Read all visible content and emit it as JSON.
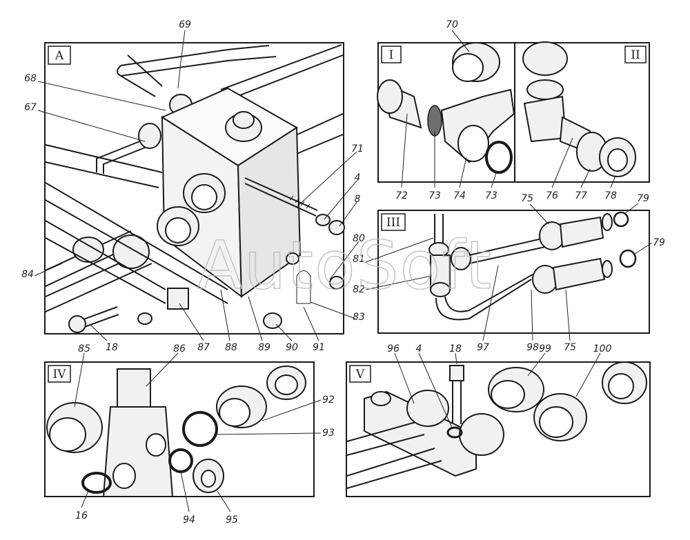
{
  "watermark": "AutoSoft",
  "panels": {
    "A": "A",
    "I": "I",
    "II": "II",
    "III": "III",
    "IV": "IV",
    "V": "V"
  },
  "labels": {
    "n69": "69",
    "n68": "68",
    "n67": "67",
    "n71": "71",
    "n4a": "4",
    "n8": "8",
    "n80": "80",
    "n81": "81",
    "n82": "82",
    "n83": "83",
    "n84": "84",
    "n18a": "18",
    "n87": "87",
    "n88": "88",
    "n89": "89",
    "n90": "90",
    "n91": "91",
    "n70": "70",
    "n72": "72",
    "n73a": "73",
    "n74": "74",
    "n73b": "73",
    "n76": "76",
    "n77": "77",
    "n78": "78",
    "n75a": "75",
    "n79a": "79",
    "n79b": "79",
    "n97": "97",
    "n98": "98",
    "n75b": "75",
    "n85": "85",
    "n86": "86",
    "n92": "92",
    "n93": "93",
    "n16": "16",
    "n94": "94",
    "n95": "95",
    "n96": "96",
    "n4b": "4",
    "n18b": "18",
    "n99": "99",
    "n100": "100"
  }
}
